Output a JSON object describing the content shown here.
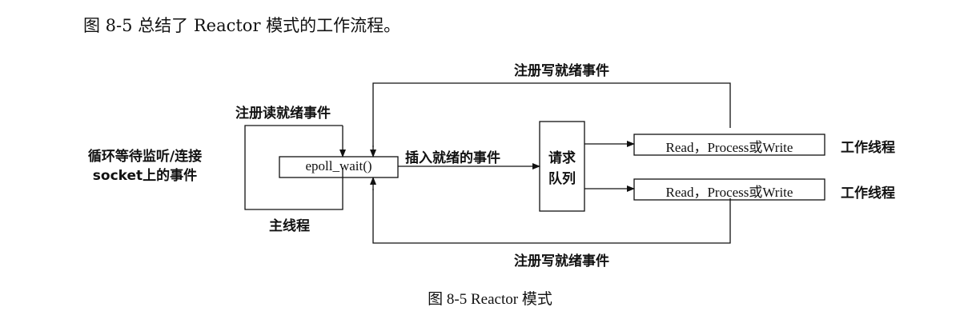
{
  "intro_text": "图 8-5 总结了 Reactor 模式的工作流程。",
  "diagram": {
    "left_label_line1": "循环等待监听/连接",
    "left_label_line2": "socket上的事件",
    "register_read": "注册读就绪事件",
    "main_thread": "主线程",
    "epoll_wait": "epoll_wait()",
    "insert_ready": "插入就绪的事件",
    "queue_line1": "请求",
    "queue_line2": "队列",
    "register_write_top": "注册写就绪事件",
    "register_write_bottom": "注册写就绪事件",
    "worker_box_1": "Read，Process或Write",
    "worker_box_2": "Read，Process或Write",
    "worker_label_1": "工作线程",
    "worker_label_2": "工作线程"
  },
  "caption": "图 8-5    Reactor 模式"
}
